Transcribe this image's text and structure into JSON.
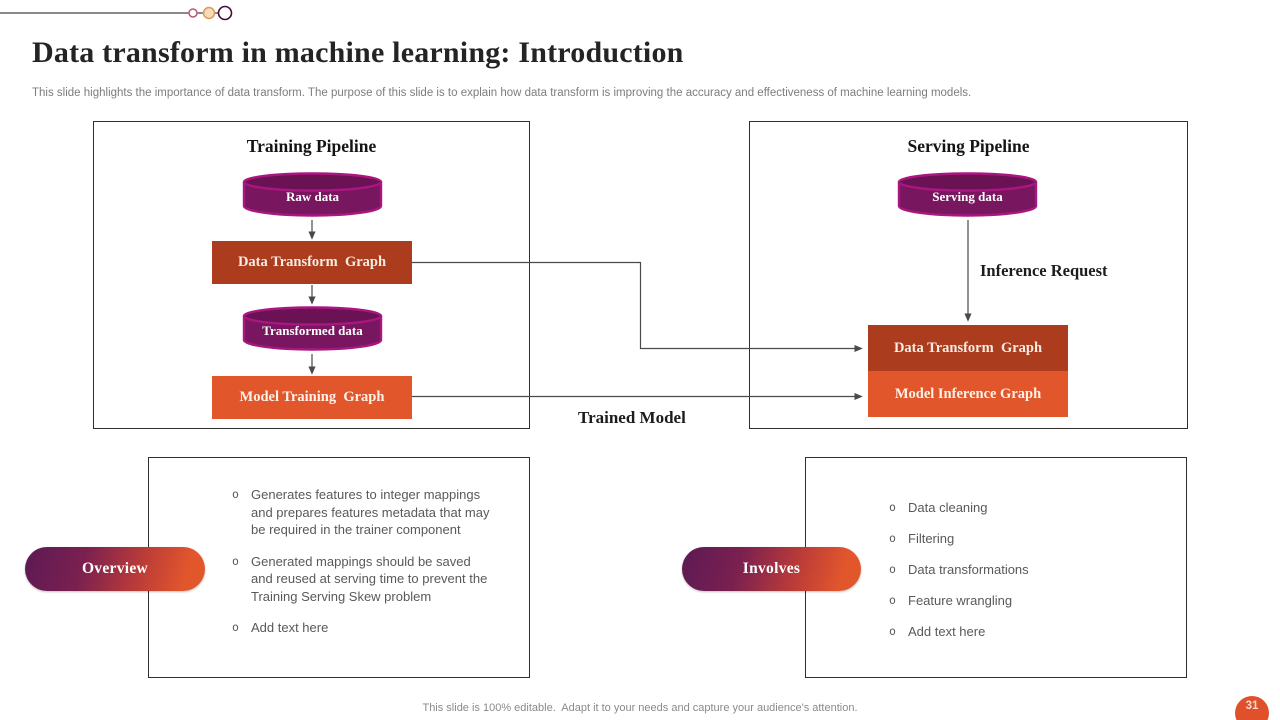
{
  "slide": {
    "title": "Data transform in machine learning: Introduction",
    "subtitle": "This slide highlights the importance of data transform. The purpose of this slide is to explain how data transform is improving the accuracy and effectiveness of machine learning models.",
    "footer": "This slide is 100% editable.  Adapt it to your needs and capture your audience's attention.",
    "page_number": "31"
  },
  "training_pipeline": {
    "title": "Training Pipeline",
    "raw_data": "Raw data",
    "data_transform_graph": "Data Transform  Graph",
    "transformed_data": "Transformed data",
    "model_training_graph": "Model Training  Graph"
  },
  "serving_pipeline": {
    "title": "Serving Pipeline",
    "serving_data": "Serving data",
    "inference_request": "Inference Request",
    "data_transform_graph": "Data Transform  Graph",
    "model_inference_graph": "Model Inference Graph"
  },
  "labels": {
    "trained_model": "Trained Model"
  },
  "overview": {
    "pill": "Overview",
    "bullets": [
      "Generates features to integer mappings and prepares features metadata that may be required in the trainer component",
      "Generated mappings should be saved and reused at serving time to prevent the Training Serving Skew problem",
      "Add text here"
    ]
  },
  "involves": {
    "pill": "Involves",
    "bullets": [
      "Data cleaning",
      "Filtering",
      "Data transformations",
      "Feature wrangling",
      "Add text here"
    ]
  },
  "colors": {
    "node_dark_red": "#ab3c1d",
    "node_orange": "#e2562c",
    "cylinder_fill": "#78165f",
    "cylinder_stroke": "#aa1680",
    "pill_gradient_start": "#5c1a53",
    "pill_gradient_end": "#e2562c",
    "connector": "#4a4a4a",
    "badge_orange": "#e0502b",
    "body_text_gray": "#595959"
  }
}
